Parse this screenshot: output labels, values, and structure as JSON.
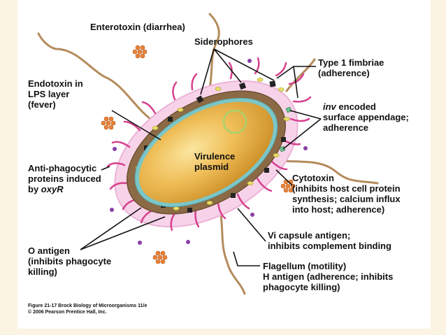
{
  "labels": {
    "enterotoxin": "Enterotoxin (diarrhea)",
    "siderophores": "Siderophores",
    "type1_line1": "Type 1 fimbriae",
    "type1_line2": "(adherence)",
    "endotoxin_line1": "Endotoxin in",
    "endotoxin_line2": "LPS layer",
    "endotoxin_line3": "(fever)",
    "inv_italic": "inv",
    "inv_line1_rest": " encoded",
    "inv_line2": "surface appendage;",
    "inv_line3": "adherence",
    "virulence_line1": "Virulence",
    "virulence_line2": "plasmid",
    "antiphago_line1": "Anti-phagocytic",
    "antiphago_line2": "proteins induced",
    "antiphago_line3_prefix": "by ",
    "antiphago_line3_italic": "oxyR",
    "cytotoxin_line1": "Cytotoxin",
    "cytotoxin_line2": "(inhibits host cell protein",
    "cytotoxin_line3": "synthesis; calcium influx",
    "cytotoxin_line4": "into host; adherence)",
    "vi_line1": "Vi capsule antigen;",
    "vi_line2": "inhibits complement binding",
    "oantigen_line1": "O antigen",
    "oantigen_line2": "(inhibits phagocyte",
    "oantigen_line3": "killing)",
    "flagellum_line1": "Flagellum (motility)",
    "flagellum_line2": "H antigen (adherence; inhibits",
    "flagellum_line3": "phagocyte killing)"
  },
  "caption": {
    "line1": "Figure 21-17  Brock Biology of Microorganisms 11/e",
    "line2": "© 2006 Pearson Prentice Hall, Inc."
  },
  "colors": {
    "background": "#fbf4e2",
    "panel": "#ffffff",
    "halo": "#f7d3e9",
    "cell_wall": "#8b6a45",
    "membrane": "#7ac6c8",
    "cytoplasm": "#e8a93a",
    "fimbriae": "#d6408e",
    "siderophore": "#222222",
    "toxin": "#e8823a",
    "purple_dot": "#8a3fa6",
    "flagellum": "#b58b5c"
  }
}
